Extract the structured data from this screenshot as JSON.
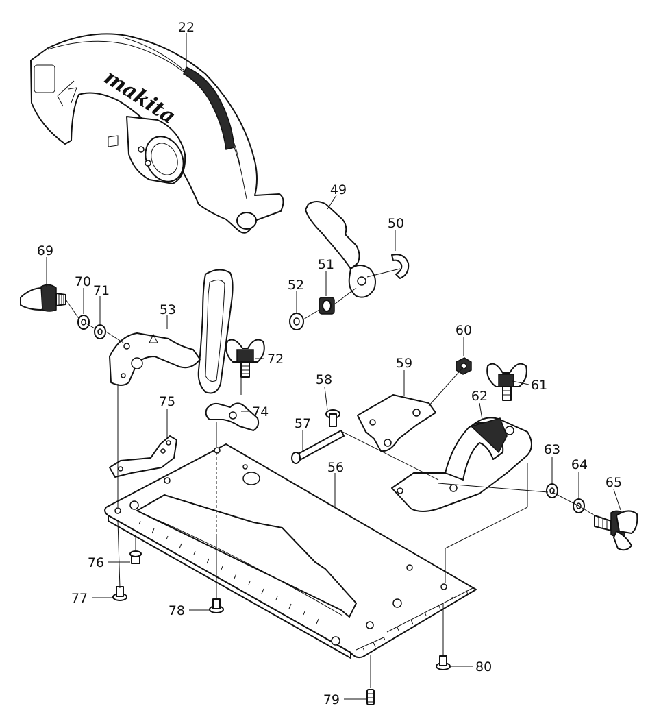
{
  "brand_logo": "makita",
  "callouts": {
    "c22": "22",
    "c49": "49",
    "c50": "50",
    "c51": "51",
    "c52": "52",
    "c53": "53",
    "c56": "56",
    "c57": "57",
    "c58": "58",
    "c59": "59",
    "c60": "60",
    "c61": "61",
    "c62": "62",
    "c63": "63",
    "c64": "64",
    "c65": "65",
    "c69": "69",
    "c70": "70",
    "c71": "71",
    "c72": "72",
    "c74": "74",
    "c75": "75",
    "c76": "76",
    "c77": "77",
    "c78": "78",
    "c79": "79",
    "c80": "80"
  }
}
